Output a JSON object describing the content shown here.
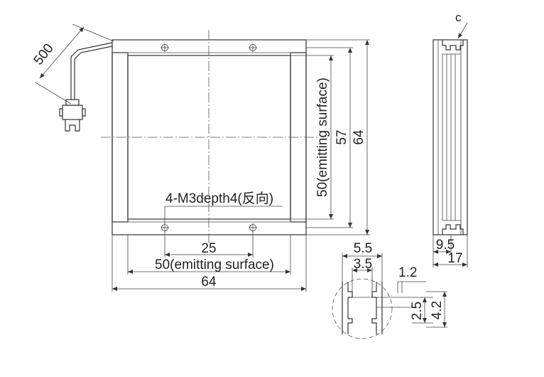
{
  "front_view": {
    "cable_length": "500",
    "hole_note": "4-M3depth4(反向)",
    "hole_pitch_x": "25",
    "emitting_width_label": "50(emitting surface)",
    "overall_width": "64",
    "emitting_height_label": "50(emitting surface)",
    "inner_height": "57",
    "overall_height": "64"
  },
  "side_view": {
    "corner_label": "c",
    "small_dim": "9.5",
    "thickness": "17"
  },
  "detail_view": {
    "slot_outer": "5.5",
    "slot_inner": "3.5",
    "lip": "1.2",
    "depth_small": "2.5",
    "depth_large": "4.2"
  }
}
